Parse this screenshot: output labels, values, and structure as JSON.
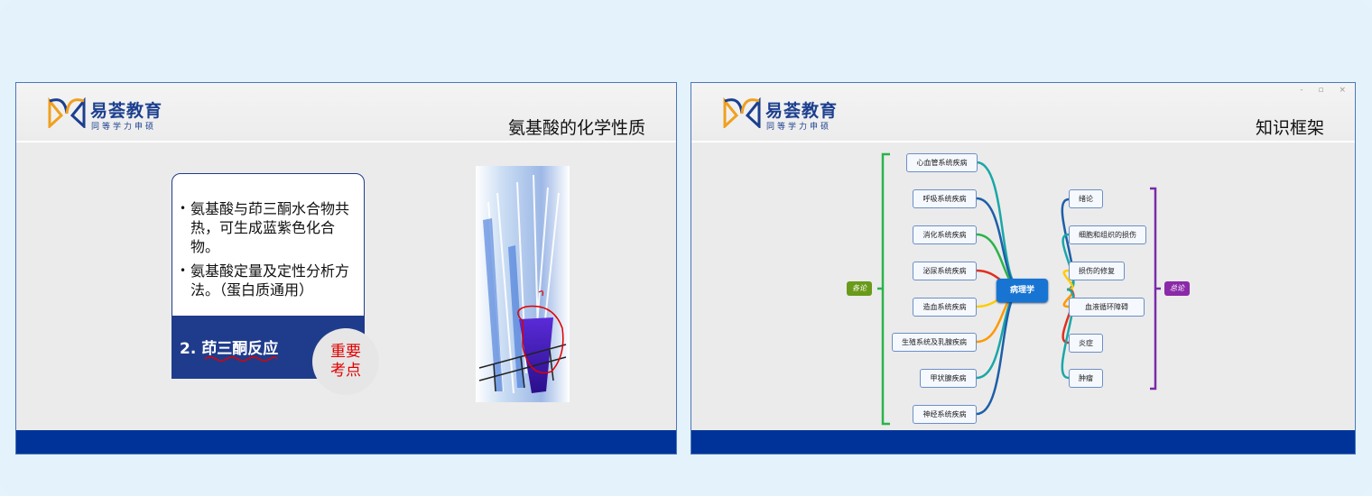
{
  "brand": {
    "name": "易荟教育",
    "slogan": "同等学力申硕",
    "colors": {
      "primary": "#1c3f8f",
      "accent": "#f0a020",
      "bar": "#003399"
    }
  },
  "slide_left": {
    "title": "氨基酸的化学性质",
    "bullets": [
      "氨基酸与茚三酮水合物共热，可生成蓝紫色化合物。",
      "氨基酸定量及定性分析方法。（蛋白质通用）"
    ],
    "section_label": "2. 茚三酮反应",
    "key_badge": {
      "line1": "重要",
      "line2": "考点"
    },
    "image": "test-tubes-photo"
  },
  "slide_right": {
    "title": "知识框架",
    "window_controls": [
      "-",
      "▫",
      "×"
    ],
    "center": "病理学",
    "left_tag": "各论",
    "right_tag": "总论",
    "left_nodes": [
      "心血管系统疾病",
      "呼吸系统疾病",
      "消化系统疾病",
      "泌尿系统疾病",
      "造血系统疾病",
      "生殖系统及乳腺疾病",
      "甲状腺疾病",
      "神经系统疾病"
    ],
    "right_nodes": [
      "绪论",
      "细胞和组织的损伤",
      "损伤的修复",
      "血液循环障碍",
      "炎症",
      "肿瘤"
    ]
  }
}
